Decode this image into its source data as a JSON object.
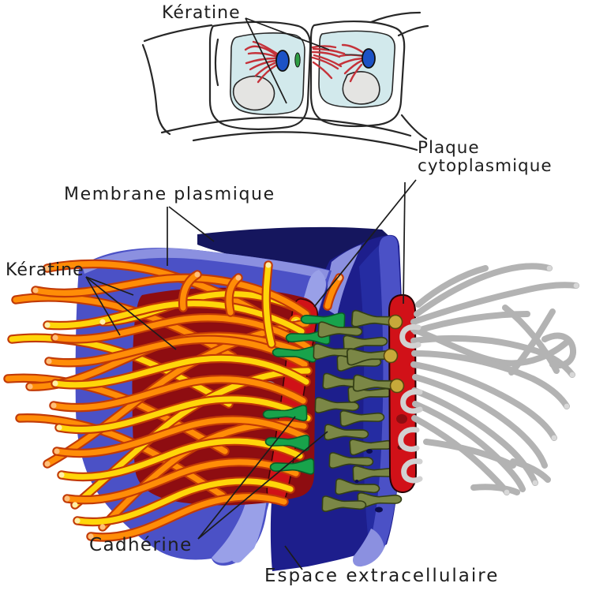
{
  "labels": {
    "keratine_top": {
      "text": "Kératine"
    },
    "plaque_cytoplasmique": {
      "line1": "Plaque",
      "line2": "cytoplasmique"
    },
    "membrane_plasmique": {
      "text": "Membrane plasmique"
    },
    "keratine_left": {
      "text": "Kératine"
    },
    "cadherine": {
      "text": "Cadhérine"
    },
    "espace_extracellulaire": {
      "text": "Espace extracellulaire"
    }
  },
  "colors": {
    "background": "#ffffff",
    "membrane_blue": "#4b51c6",
    "membrane_highlight": "#8b90e0",
    "membrane_periwinkle": "#99a0e8",
    "membrane_navy_dark": "#15165e",
    "extracellular_navy": "#1d1e8c",
    "right_cell_navy": "#252ca2",
    "plaque_dark_red": "#8e0d11",
    "plaque_bright_red": "#d01217",
    "keratin_orange": "#ff8d07",
    "keratin_yellow": "#ffd60a",
    "keratin_outline": "#c23a06",
    "keratin_gray": "#b3b3b3",
    "cadherin_green": "#18a34b",
    "cadherin_olive": "#7b8746",
    "cadherin_anchor_yellow": "#c7a93a",
    "cell_cytoplasm": "#d2e9ec",
    "nucleus_gray": "#e4e4e2",
    "filament_red": "#c5323a",
    "desmosome_oval_blue": "#1c52c5",
    "label_text": "#1e1e1e"
  }
}
